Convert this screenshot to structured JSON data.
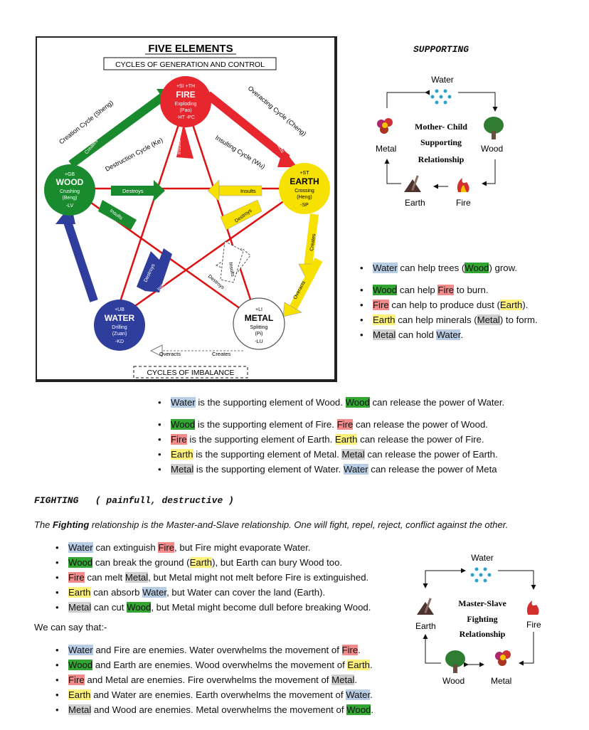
{
  "main_diagram": {
    "title": "FIVE ELEMENTS",
    "subtitle": "CYCLES OF GENERATION AND CONTROL",
    "footer": "CYCLES OF IMBALANCE",
    "elements": {
      "fire": {
        "top": "+SI  +TH",
        "name": "FIRE",
        "l1": "Exploding",
        "l2": "(Pao)",
        "bottom": "-HT  -PC",
        "color": "#e8262d"
      },
      "earth": {
        "top": "+ST",
        "name": "EARTH",
        "l1": "Crossing",
        "l2": "(Heng)",
        "bottom": "-SP",
        "color": "#f6e100"
      },
      "metal": {
        "top": "+LI",
        "name": "METAL",
        "l1": "Splitting",
        "l2": "(Pi)",
        "bottom": "-LU",
        "color": "#ffffff"
      },
      "water": {
        "top": "+UB",
        "name": "WATER",
        "l1": "Drilling",
        "l2": "(Zuan)",
        "bottom": "-KD",
        "color": "#2f3d9c"
      },
      "wood": {
        "top": "+GB",
        "name": "WOOD",
        "l1": "Crushing",
        "l2": "(Beng)",
        "bottom": "-LV",
        "color": "#1a8a2e"
      }
    },
    "cycles": {
      "creation": "Creation Cycle (Sheng)",
      "overacting": "Overacting Cycle (Cheng)",
      "destruction": "Destruction Cycle (Ke)",
      "insulting": "Insulting Cycle (Wu)"
    },
    "arrow_labels": {
      "creates": "Creates",
      "overacts": "Overacts",
      "destroys": "Destroys",
      "insults": "Insults"
    }
  },
  "supporting": {
    "heading": "SUPPORTING",
    "diagram": {
      "water": "Water",
      "metal": "Metal",
      "wood": "Wood",
      "earth": "Earth",
      "fire": "Fire",
      "center1": "Mother- Child",
      "center2": "Supporting",
      "center3": "Relationship"
    },
    "list1": [
      {
        "pre": "",
        "hl": "Water",
        "hc": "blue",
        "mid": " can help trees (",
        "hl2": "Wood",
        "hc2": "green",
        "post": ") grow."
      }
    ],
    "list2": [
      {
        "pre": "",
        "hl": "Wood",
        "hc": "green",
        "mid": " can help ",
        "hl2": "Fire",
        "hc2": "red",
        "post": " to burn."
      },
      {
        "pre": "",
        "hl": "Fire",
        "hc": "red",
        "mid": " can help to produce dust (",
        "hl2": "Earth",
        "hc2": "yellow",
        "post": ")."
      },
      {
        "pre": "",
        "hl": "Earth",
        "hc": "yellow",
        "mid": " can help minerals (",
        "hl2": "Metal",
        "hc2": "gray",
        "post": ") to form."
      },
      {
        "pre": "",
        "hl": "Metal",
        "hc": "gray",
        "mid": " can hold ",
        "hl2": "Water",
        "hc2": "blue",
        "post": "."
      }
    ],
    "list3": [
      {
        "pre": "",
        "hl": "Water",
        "hc": "blue",
        "mid": " is the supporting element of Wood. ",
        "hl2": "Wood",
        "hc2": "green",
        "post": " can release the power of Water."
      }
    ],
    "list4": [
      {
        "pre": "",
        "hl": "Wood",
        "hc": "green",
        "mid": " is the supporting element of Fire. ",
        "hl2": "Fire",
        "hc2": "red",
        "post": " can release the power of Wood."
      },
      {
        "pre": "",
        "hl": "Fire",
        "hc": "red",
        "mid": " is the supporting element of Earth. ",
        "hl2": "Earth",
        "hc2": "yellow",
        "post": " can release the power of Fire."
      },
      {
        "pre": "",
        "hl": "Earth",
        "hc": "yellow",
        "mid": " is the supporting element of Metal. ",
        "hl2": "Metal",
        "hc2": "gray",
        "post": " can release the power of Earth."
      },
      {
        "pre": "",
        "hl": "Metal",
        "hc": "gray",
        "mid": " is the supporting element of Water. ",
        "hl2": "Water",
        "hc2": "blue",
        "post": " can release the power of Meta"
      }
    ]
  },
  "fighting": {
    "heading": "FIGHTING",
    "heading_note": "( painfull, destructive )",
    "intro_pre": "The ",
    "intro_bold": "Fighting",
    "intro_post": " relationship is the Master-and-Slave relationship. One will fight, repel, reject, conflict against the other.",
    "list1": [
      {
        "pre": "",
        "hl": "Water",
        "hc": "blue",
        "mid": " can extinguish ",
        "hl2": "Fire",
        "hc2": "red",
        "post": ", but Fire might evaporate Water."
      },
      {
        "pre": "",
        "hl": "Wood",
        "hc": "green",
        "mid": " can break the ground (",
        "hl2": "Earth",
        "hc2": "yellow",
        "post": "), but Earth can bury Wood too."
      },
      {
        "pre": "",
        "hl": "Fire",
        "hc": "red",
        "mid": " can melt ",
        "hl2": "Metal",
        "hc2": "gray",
        "post": ", but Metal might not melt before Fire is extinguished."
      },
      {
        "pre": "",
        "hl": "Earth",
        "hc": "yellow",
        "mid": " can absorb ",
        "hl2": "Water",
        "hc2": "blue",
        "post": ", but Water can cover the land (Earth)."
      },
      {
        "pre": "",
        "hl": "Metal",
        "hc": "gray",
        "mid": " can cut ",
        "hl2": "Wood",
        "hc2": "green",
        "post": ", but Metal might become dull before breaking Wood."
      }
    ],
    "say": "We can say that:-",
    "list2": [
      {
        "pre": "",
        "hl": "Water",
        "hc": "blue",
        "mid": " and Fire are enemies. Water overwhelms the movement of ",
        "hl2": "Fire",
        "hc2": "red",
        "post": "."
      },
      {
        "pre": "",
        "hl": "Wood",
        "hc": "green",
        "mid": " and Earth are enemies. Wood overwhelms the movement of ",
        "hl2": "Earth",
        "hc2": "yellow",
        "post": "."
      },
      {
        "pre": "",
        "hl": "Fire",
        "hc": "red",
        "mid": " and Metal are enemies. Fire overwhelms the movement of ",
        "hl2": "Metal",
        "hc2": "gray",
        "post": "."
      },
      {
        "pre": "",
        "hl": "Earth",
        "hc": "yellow",
        "mid": " and Water are enemies. Earth overwhelms the movement of ",
        "hl2": "Water",
        "hc2": "blue",
        "post": "."
      },
      {
        "pre": "",
        "hl": "Metal",
        "hc": "gray",
        "mid": " and Wood are enemies. Metal overwhelms the movement of ",
        "hl2": "Wood",
        "hc2": "green",
        "post": "."
      }
    ],
    "diagram": {
      "water": "Water",
      "earth": "Earth",
      "fire": "Fire",
      "wood": "Wood",
      "metal": "Metal",
      "center1": "Master-Slave",
      "center2": "Fighting",
      "center3": "Relationship"
    }
  }
}
